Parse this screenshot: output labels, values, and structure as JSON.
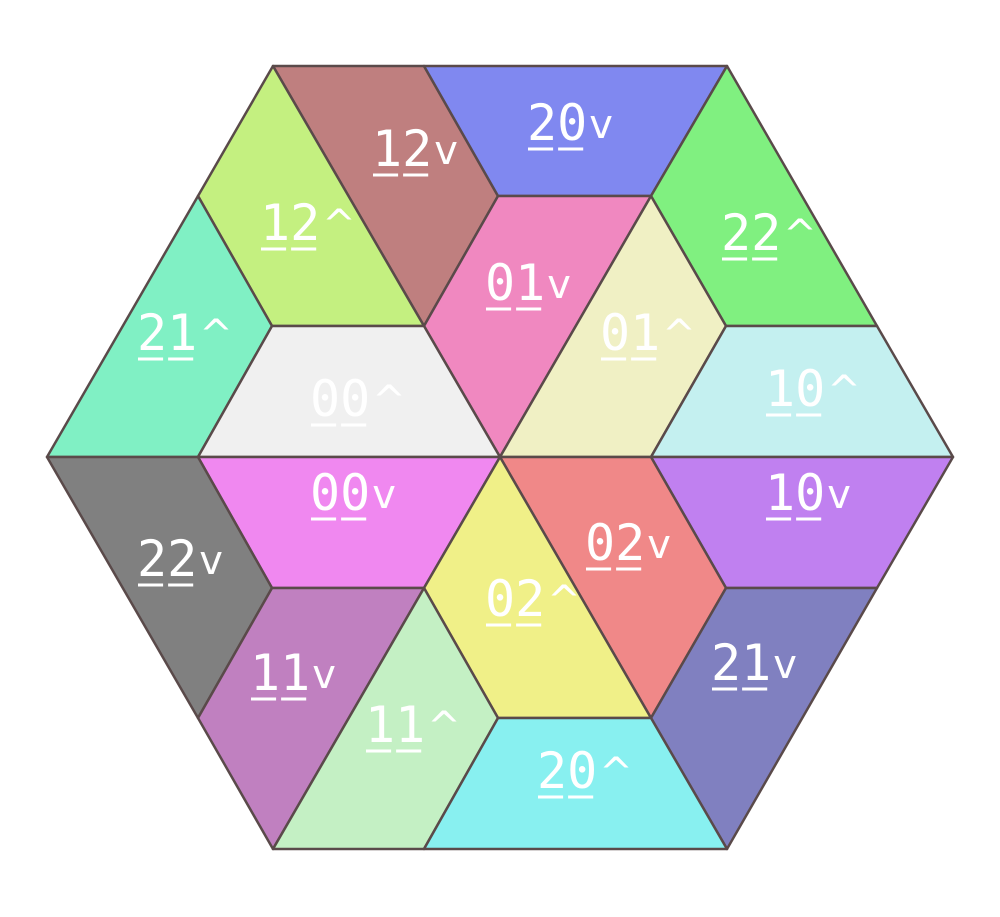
{
  "pieces": [
    {
      "id": "12v",
      "label_digits": "12",
      "label_suffix": "v",
      "color": "#bf7f7f"
    },
    {
      "id": "20v",
      "label_digits": "20",
      "label_suffix": "v",
      "color": "#8088f0"
    },
    {
      "id": "12^",
      "label_digits": "12",
      "label_suffix": "^",
      "color": "#c4f080"
    },
    {
      "id": "01v",
      "label_digits": "01",
      "label_suffix": "v",
      "color": "#f088c0"
    },
    {
      "id": "22^",
      "label_digits": "22",
      "label_suffix": "^",
      "color": "#80f080"
    },
    {
      "id": "21^",
      "label_digits": "21",
      "label_suffix": "^",
      "color": "#80f0c4"
    },
    {
      "id": "01^",
      "label_digits": "01",
      "label_suffix": "^",
      "color": "#f0f0c4"
    },
    {
      "id": "00^",
      "label_digits": "00",
      "label_suffix": "^",
      "color": "#f0f0f0"
    },
    {
      "id": "10^",
      "label_digits": "10",
      "label_suffix": "^",
      "color": "#c4f0f0"
    },
    {
      "id": "00v",
      "label_digits": "00",
      "label_suffix": "v",
      "color": "#f088f0"
    },
    {
      "id": "10v",
      "label_digits": "10",
      "label_suffix": "v",
      "color": "#c080f0"
    },
    {
      "id": "22v",
      "label_digits": "22",
      "label_suffix": "v",
      "color": "#808080"
    },
    {
      "id": "02v",
      "label_digits": "02",
      "label_suffix": "v",
      "color": "#f08888"
    },
    {
      "id": "02^",
      "label_digits": "02",
      "label_suffix": "^",
      "color": "#f0f088"
    },
    {
      "id": "11v",
      "label_digits": "11",
      "label_suffix": "v",
      "color": "#c080c0"
    },
    {
      "id": "21v",
      "label_digits": "21",
      "label_suffix": "v",
      "color": "#8080c0"
    },
    {
      "id": "11^",
      "label_digits": "11",
      "label_suffix": "^",
      "color": "#c4f0c4"
    },
    {
      "id": "20^",
      "label_digits": "20",
      "label_suffix": "^",
      "color": "#88f0f0"
    }
  ]
}
